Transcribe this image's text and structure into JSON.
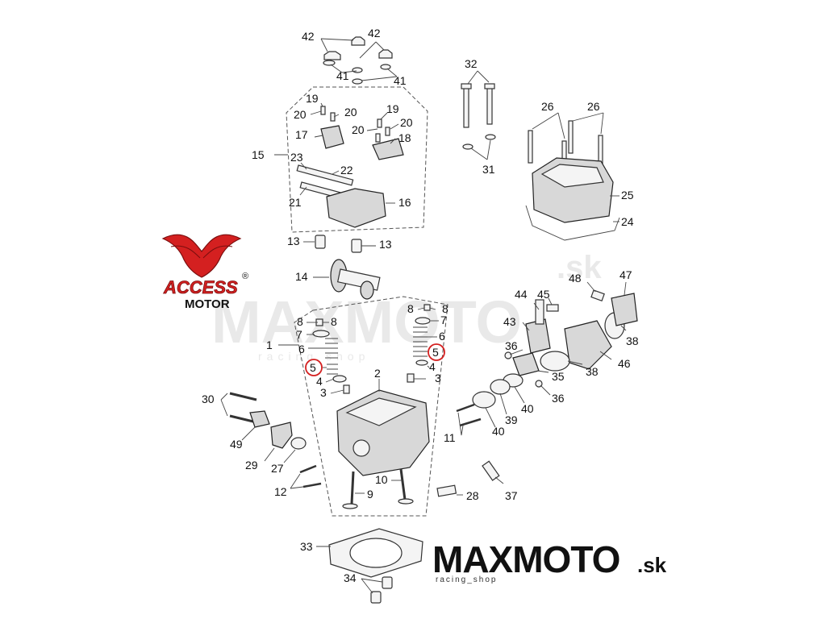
{
  "brand_left": {
    "access_text": "ACCESS",
    "motor_text": "MOTOR",
    "registered": "®",
    "color_red": "#d42020"
  },
  "brand_right": {
    "main": "MAXMOTO",
    "suffix": ".sk",
    "tagline": "racing_shop"
  },
  "watermark": {
    "main": "MAXMOTO",
    "suffix": ".sk",
    "tagline": "racing shop"
  },
  "highlight_color": "#d42020",
  "callouts": [
    {
      "id": "c42a",
      "text": "42"
    },
    {
      "id": "c42b",
      "text": "42"
    },
    {
      "id": "c41a",
      "text": "41"
    },
    {
      "id": "c41b",
      "text": "41"
    },
    {
      "id": "c32",
      "text": "32"
    },
    {
      "id": "c31",
      "text": "31"
    },
    {
      "id": "c26a",
      "text": "26"
    },
    {
      "id": "c26b",
      "text": "26"
    },
    {
      "id": "c25",
      "text": "25"
    },
    {
      "id": "c24",
      "text": "24"
    },
    {
      "id": "c19a",
      "text": "19"
    },
    {
      "id": "c19b",
      "text": "19"
    },
    {
      "id": "c20a",
      "text": "20"
    },
    {
      "id": "c20b",
      "text": "20"
    },
    {
      "id": "c20c",
      "text": "20"
    },
    {
      "id": "c20d",
      "text": "20"
    },
    {
      "id": "c17",
      "text": "17"
    },
    {
      "id": "c18",
      "text": "18"
    },
    {
      "id": "c15",
      "text": "15"
    },
    {
      "id": "c23",
      "text": "23"
    },
    {
      "id": "c22",
      "text": "22"
    },
    {
      "id": "c21",
      "text": "21"
    },
    {
      "id": "c16",
      "text": "16"
    },
    {
      "id": "c13a",
      "text": "13"
    },
    {
      "id": "c13b",
      "text": "13"
    },
    {
      "id": "c14",
      "text": "14"
    },
    {
      "id": "c8a",
      "text": "8"
    },
    {
      "id": "c8b",
      "text": "8"
    },
    {
      "id": "c8c",
      "text": "8"
    },
    {
      "id": "c8d",
      "text": "8"
    },
    {
      "id": "c7a",
      "text": "7"
    },
    {
      "id": "c7b",
      "text": "7"
    },
    {
      "id": "c6a",
      "text": "6"
    },
    {
      "id": "c6b",
      "text": "6"
    },
    {
      "id": "c5a",
      "text": "5"
    },
    {
      "id": "c5b",
      "text": "5"
    },
    {
      "id": "c4a",
      "text": "4"
    },
    {
      "id": "c4b",
      "text": "4"
    },
    {
      "id": "c3a",
      "text": "3"
    },
    {
      "id": "c3b",
      "text": "3"
    },
    {
      "id": "c1",
      "text": "1"
    },
    {
      "id": "c2",
      "text": "2"
    },
    {
      "id": "c44",
      "text": "44"
    },
    {
      "id": "c45",
      "text": "45"
    },
    {
      "id": "c48",
      "text": "48"
    },
    {
      "id": "c47",
      "text": "47"
    },
    {
      "id": "c43",
      "text": "43"
    },
    {
      "id": "c38a",
      "text": "38"
    },
    {
      "id": "c38b",
      "text": "38"
    },
    {
      "id": "c36a",
      "text": "36"
    },
    {
      "id": "c36b",
      "text": "36"
    },
    {
      "id": "c35",
      "text": "35"
    },
    {
      "id": "c46",
      "text": "46"
    },
    {
      "id": "c40a",
      "text": "40"
    },
    {
      "id": "c40b",
      "text": "40"
    },
    {
      "id": "c39",
      "text": "39"
    },
    {
      "id": "c11",
      "text": "11"
    },
    {
      "id": "c30",
      "text": "30"
    },
    {
      "id": "c49",
      "text": "49"
    },
    {
      "id": "c29",
      "text": "29"
    },
    {
      "id": "c27",
      "text": "27"
    },
    {
      "id": "c12",
      "text": "12"
    },
    {
      "id": "c9",
      "text": "9"
    },
    {
      "id": "c10",
      "text": "10"
    },
    {
      "id": "c28",
      "text": "28"
    },
    {
      "id": "c37",
      "text": "37"
    },
    {
      "id": "c33",
      "text": "33"
    },
    {
      "id": "c34",
      "text": "34"
    }
  ]
}
